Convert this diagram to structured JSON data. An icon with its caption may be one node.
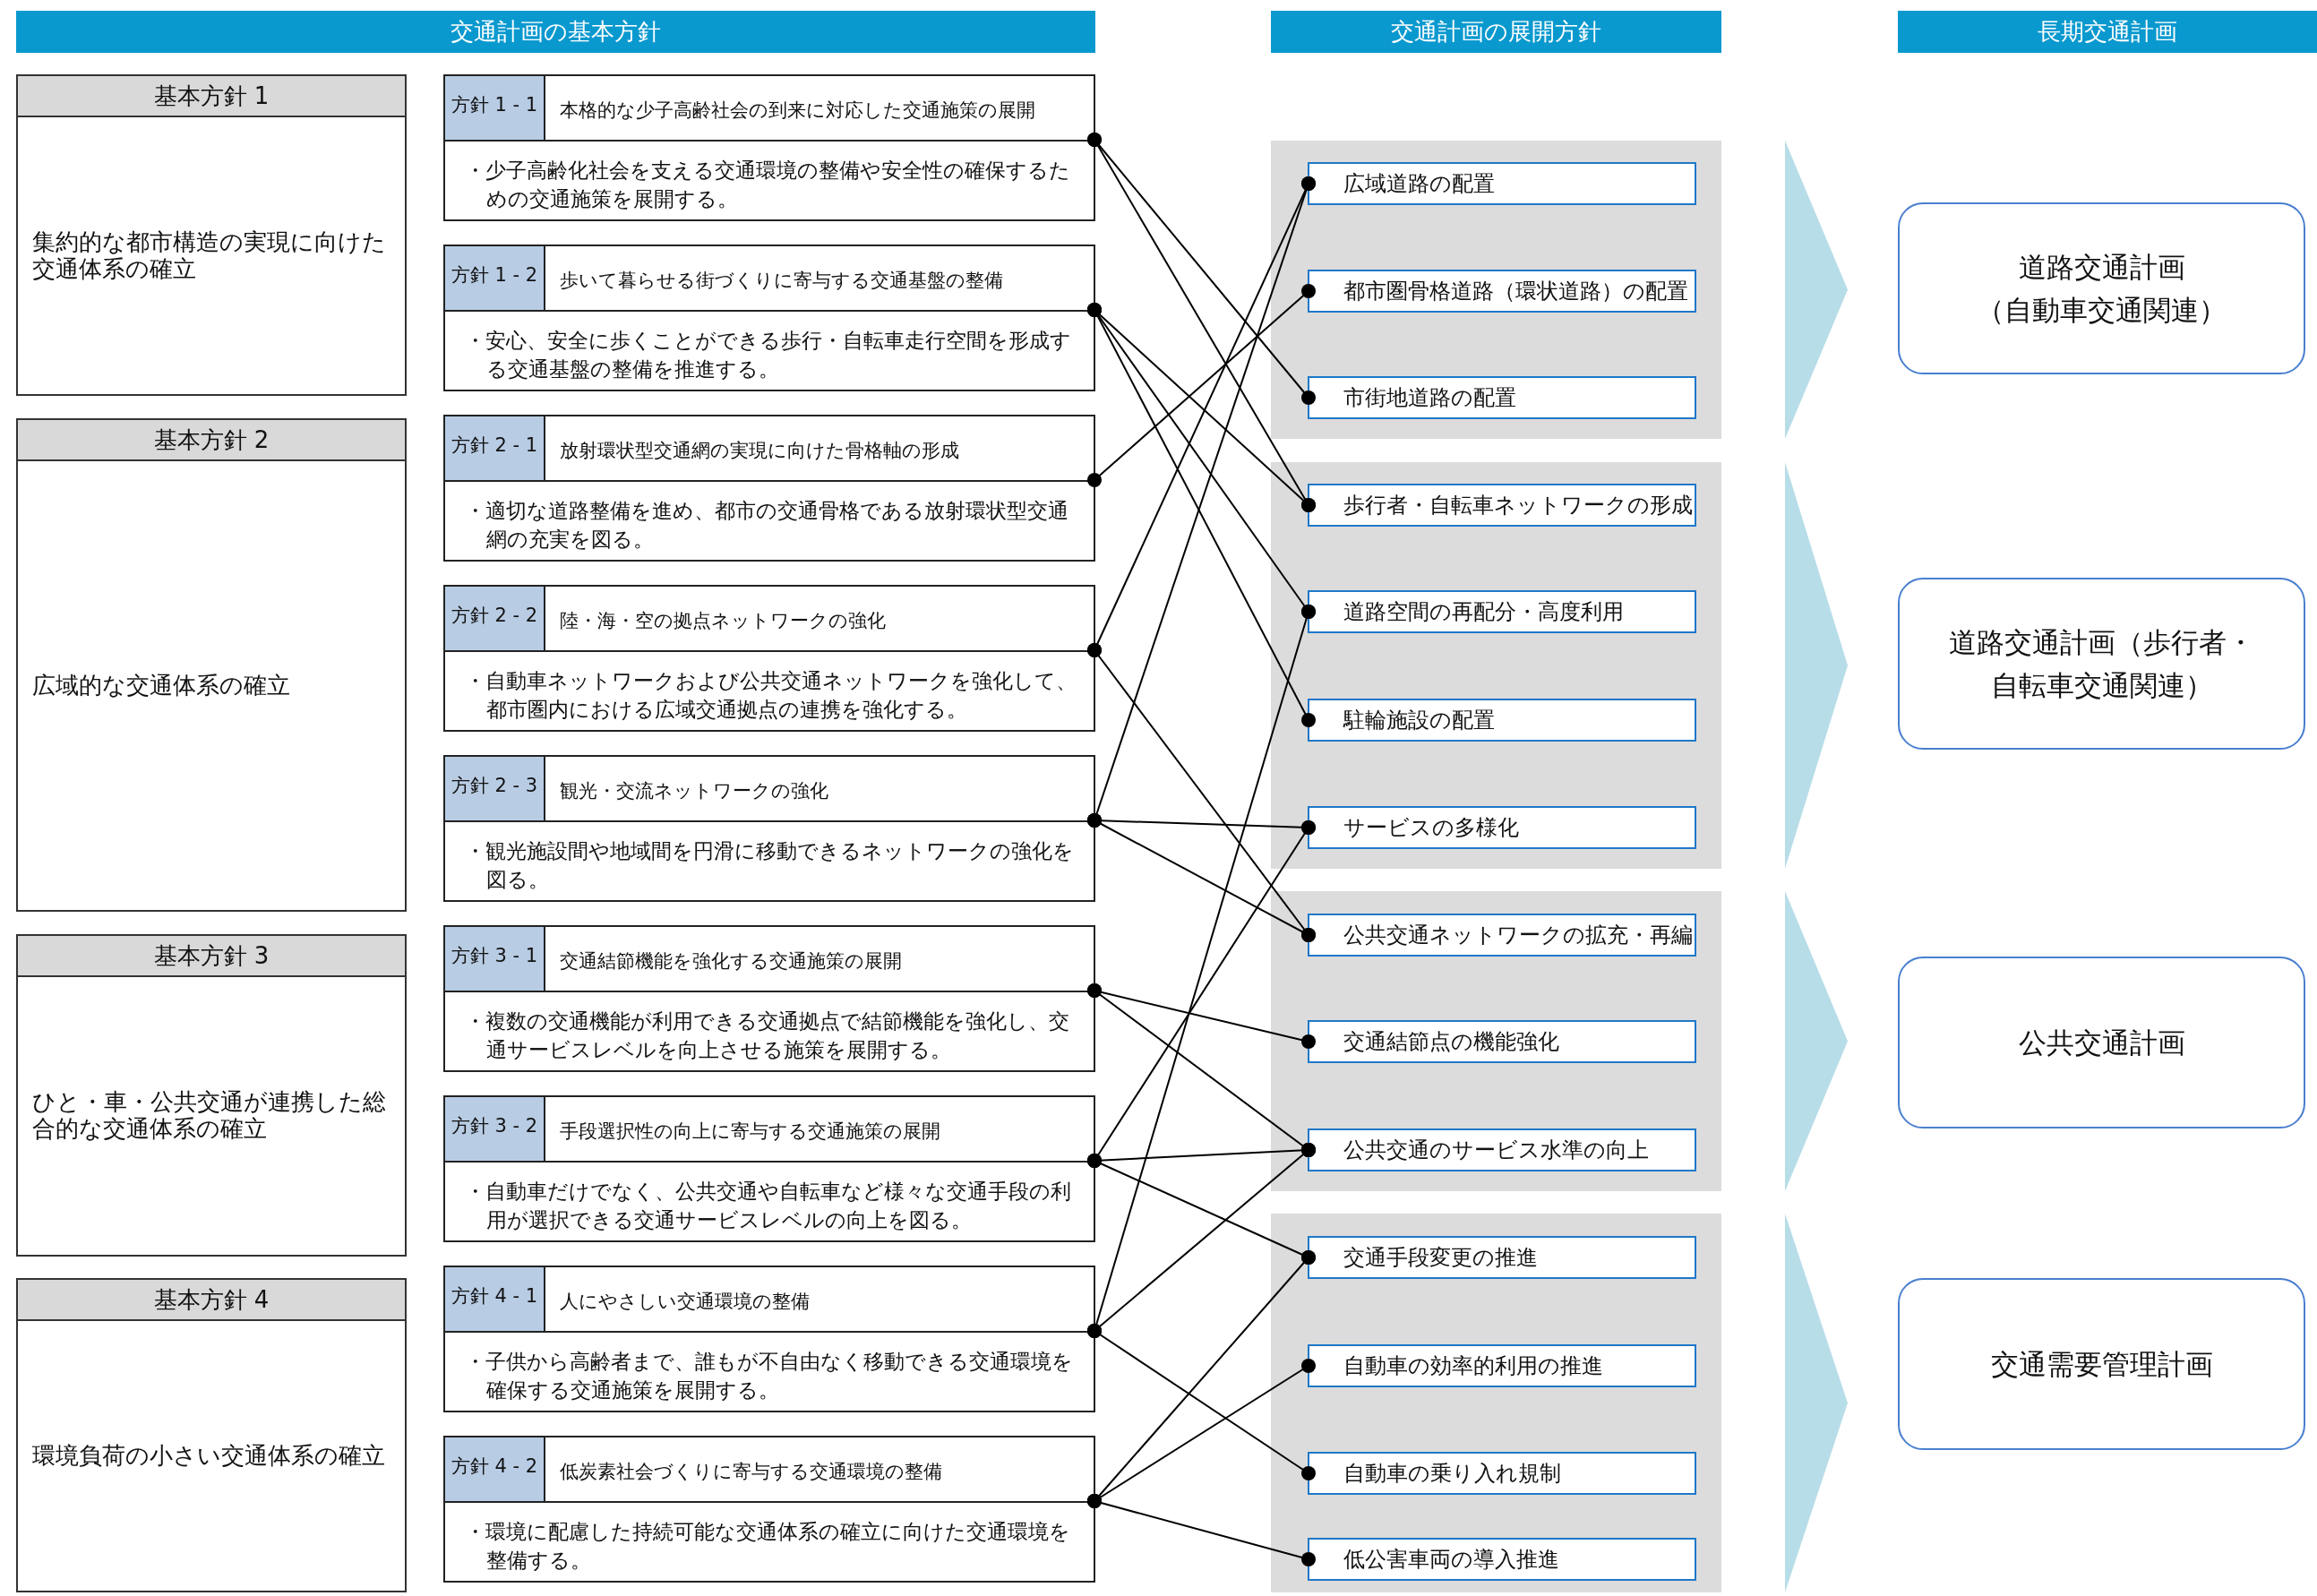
{
  "diagram": {
    "nodes": [
      {
        "text": [
          "交通計画の基本方針"
        ]
      },
      {
        "text": [
          "交通計画の展開方針"
        ]
      },
      {
        "text": [
          "長期交通計画"
        ]
      },
      {
        "text": [
          "基本方針 1",
          "集約的な都市構造の実現に向けた交通体系の確立"
        ]
      },
      {
        "text": [
          "基本方針 2",
          "広域的な交通体系の確立"
        ]
      },
      {
        "text": [
          "基本方針 3",
          "ひと・車・公共交通が連携した総合的な交通体系の確立"
        ]
      },
      {
        "text": [
          "基本方針 4",
          "環境負荷の小さい交通体系の確立"
        ]
      },
      {
        "text": [
          "方針 1 - 1",
          "本格的な少子高齢社会の到来に対応した交通施策の展開",
          "・少子高齢化社会を支える交通環境の整備や安全性の確保するための交通施策を展開する。"
        ]
      },
      {
        "text": [
          "方針 1 - 2",
          "歩いて暮らせる街づくりに寄与する交通基盤の整備",
          "・安心、安全に歩くことができる歩行・自転車走行空間を形成する交通基盤の整備を推進する。"
        ]
      },
      {
        "text": [
          "方針 2 - 1",
          "放射環状型交通網の実現に向けた骨格軸の形成",
          "・適切な道路整備を進め、都市の交通骨格である放射環状型交通網の充実を図る。"
        ]
      },
      {
        "text": [
          "方針 2 - 2",
          "陸・海・空の拠点ネットワークの強化",
          "・自動車ネットワークおよび公共交通ネットワークを強化して、都市圏内における広域交通拠点の連携を強化する。"
        ]
      },
      {
        "text": [
          "方針 2 - 3",
          "観光・交流ネットワークの強化",
          "・観光施設間や地域間を円滑に移動できるネットワークの強化を図る。"
        ]
      },
      {
        "text": [
          "方針 3 - 1",
          "交通結節機能を強化する交通施策の展開",
          "・複数の交通機能が利用できる交通拠点で結節機能を強化し、交通サービスレベルを向上させる施策を展開する。"
        ]
      },
      {
        "text": [
          "方針 3 - 2",
          "手段選択性の向上に寄与する交通施策の展開",
          "・自動車だけでなく、公共交通や自転車など様々な交通手段の利用が選択できる交通サービスレベルの向上を図る。"
        ]
      },
      {
        "text": [
          "方針 4 - 1",
          "人にやさしい交通環境の整備",
          "・子供から高齢者まで、誰もが不自由なく移動できる交通環境を確保する交通施策を展開する。"
        ]
      },
      {
        "text": [
          "方針 4 - 2",
          "低炭素社会づくりに寄与する交通環境の整備",
          "・環境に配慮した持続可能な交通体系の確立に向けた交通環境を整備する。"
        ]
      },
      {
        "text": [],
        "shape": "box"
      },
      {
        "text": [
          "広域道路の配置"
        ],
        "in": 16
      },
      {
        "text": [
          "都市圏骨格道路（環状道路）の配置"
        ],
        "in": 16
      },
      {
        "text": [
          "市街地道路の配置"
        ],
        "in": 16
      },
      {
        "text": [],
        "shape": "box"
      },
      {
        "text": [
          "歩行者・自転車ネットワークの形成"
        ],
        "in": 20
      },
      {
        "text": [
          "道路空間の再配分・高度利用"
        ],
        "in": 20
      },
      {
        "text": [
          "駐輪施設の配置"
        ],
        "in": 20
      },
      {
        "text": [
          "サービスの多様化"
        ],
        "in": 20
      },
      {
        "text": [],
        "shape": "box"
      },
      {
        "text": [
          "公共交通ネットワークの拡充・再編"
        ],
        "in": 25
      },
      {
        "text": [
          "交通結節点の機能強化"
        ],
        "in": 25
      },
      {
        "text": [
          "公共交通のサービス水準の向上"
        ],
        "in": 25
      },
      {
        "text": [],
        "shape": "box"
      },
      {
        "text": [
          "交通手段変更の推進"
        ],
        "in": 29
      },
      {
        "text": [
          "自動車の効率的利用の推進"
        ],
        "in": 29
      },
      {
        "text": [
          "自動車の乗り入れ規制"
        ],
        "in": 29
      },
      {
        "text": [
          "低公害車両の導入推進"
        ],
        "in": 29
      },
      {
        "text": [
          "道路交通計画（自動車交通関連）"
        ]
      },
      {
        "text": [
          "道路交通計画（歩行者・自転車交通関連）"
        ]
      },
      {
        "text": [
          "公共交通計画"
        ]
      },
      {
        "text": [
          "交通需要管理計画"
        ]
      }
    ],
    "edges": [
      {
        "from": 7,
        "to": 19,
        "arrow": "other"
      },
      {
        "from": 7,
        "to": 21,
        "arrow": "other"
      },
      {
        "from": 8,
        "to": 21,
        "arrow": "other"
      },
      {
        "from": 8,
        "to": 22,
        "arrow": "other"
      },
      {
        "from": 8,
        "to": 23,
        "arrow": "other"
      },
      {
        "from": 9,
        "to": 18,
        "arrow": "other"
      },
      {
        "from": 10,
        "to": 17,
        "arrow": "other"
      },
      {
        "from": 10,
        "to": 26,
        "arrow": "other"
      },
      {
        "from": 11,
        "to": 17,
        "arrow": "other"
      },
      {
        "from": 11,
        "to": 24,
        "arrow": "other"
      },
      {
        "from": 11,
        "to": 26,
        "arrow": "other"
      },
      {
        "from": 12,
        "to": 27,
        "arrow": "other"
      },
      {
        "from": 12,
        "to": 28,
        "arrow": "other"
      },
      {
        "from": 13,
        "to": 24,
        "arrow": "other"
      },
      {
        "from": 13,
        "to": 28,
        "arrow": "other"
      },
      {
        "from": 13,
        "to": 30,
        "arrow": "other"
      },
      {
        "from": 14,
        "to": 22,
        "arrow": "other"
      },
      {
        "from": 14,
        "to": 28,
        "arrow": "other"
      },
      {
        "from": 14,
        "to": 32,
        "arrow": "other"
      },
      {
        "from": 15,
        "to": 30,
        "arrow": "other"
      },
      {
        "from": 15,
        "to": 31,
        "arrow": "other"
      },
      {
        "from": 15,
        "to": 33,
        "arrow": "other"
      },
      {
        "from": 16,
        "to": 34,
        "arrow": "to",
        "style": "thick",
        "color": "#b7dde8"
      },
      {
        "from": 20,
        "to": 35,
        "arrow": "to",
        "style": "thick",
        "color": "#b7dde8"
      },
      {
        "from": 25,
        "to": 36,
        "arrow": "to",
        "style": "thick",
        "color": "#b7dde8"
      },
      {
        "from": 29,
        "to": 37,
        "arrow": "to",
        "style": "thick",
        "color": "#b7dde8"
      }
    ]
  }
}
